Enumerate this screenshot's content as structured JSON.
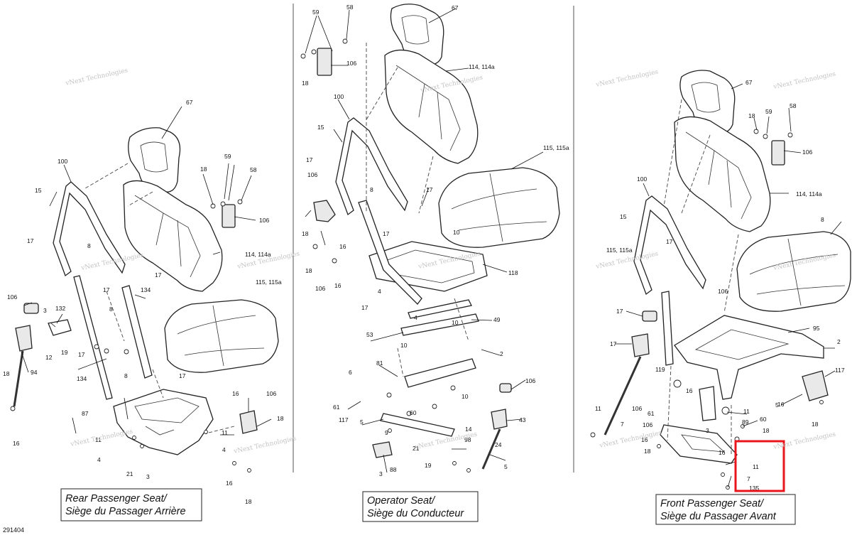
{
  "document_id": "291404",
  "watermark": "vNext Technologies",
  "sections": [
    {
      "line1": "Rear Passenger Seat/",
      "line2": "Siège du Passager Arrière"
    },
    {
      "line1": "Operator Seat/",
      "line2": "Siège du Conducteur"
    },
    {
      "line1": "Front Passenger Seat/",
      "line2": "Siège du Passager Avant"
    }
  ],
  "callouts": {
    "rear": [
      "67",
      "100",
      "15",
      "59",
      "18",
      "58",
      "106",
      "17",
      "8",
      "114, 114a",
      "115, 115a",
      "106",
      "3",
      "132",
      "134",
      "17",
      "12",
      "19",
      "17",
      "17",
      "8",
      "18",
      "94",
      "134",
      "17",
      "8",
      "16",
      "87",
      "106",
      "18",
      "11",
      "11",
      "4",
      "4",
      "21",
      "3",
      "16",
      "18",
      "16"
    ],
    "operator": [
      "59",
      "58",
      "106",
      "18",
      "67",
      "114, 114a",
      "100",
      "15",
      "17",
      "8",
      "106",
      "17",
      "115, 115a",
      "18",
      "17",
      "10",
      "18",
      "16",
      "106",
      "16",
      "118",
      "4",
      "17",
      "4",
      "10",
      "53",
      "49",
      "10",
      "2",
      "6",
      "81",
      "106",
      "61",
      "117",
      "5",
      "60",
      "10",
      "9",
      "14",
      "43",
      "98",
      "21",
      "19",
      "3",
      "88",
      "24",
      "5"
    ],
    "front": [
      "67",
      "18",
      "59",
      "58",
      "106",
      "100",
      "114, 114a",
      "15",
      "17",
      "8",
      "115, 115a",
      "17",
      "106",
      "17",
      "95",
      "2",
      "119",
      "117",
      "106",
      "61",
      "5",
      "16",
      "11",
      "60",
      "106",
      "3",
      "89",
      "18",
      "16",
      "18",
      "11",
      "7",
      "135",
      "11",
      "7",
      "16",
      "18",
      "16"
    ]
  },
  "highlight": {
    "callout": "135",
    "color": "#e8151c"
  }
}
